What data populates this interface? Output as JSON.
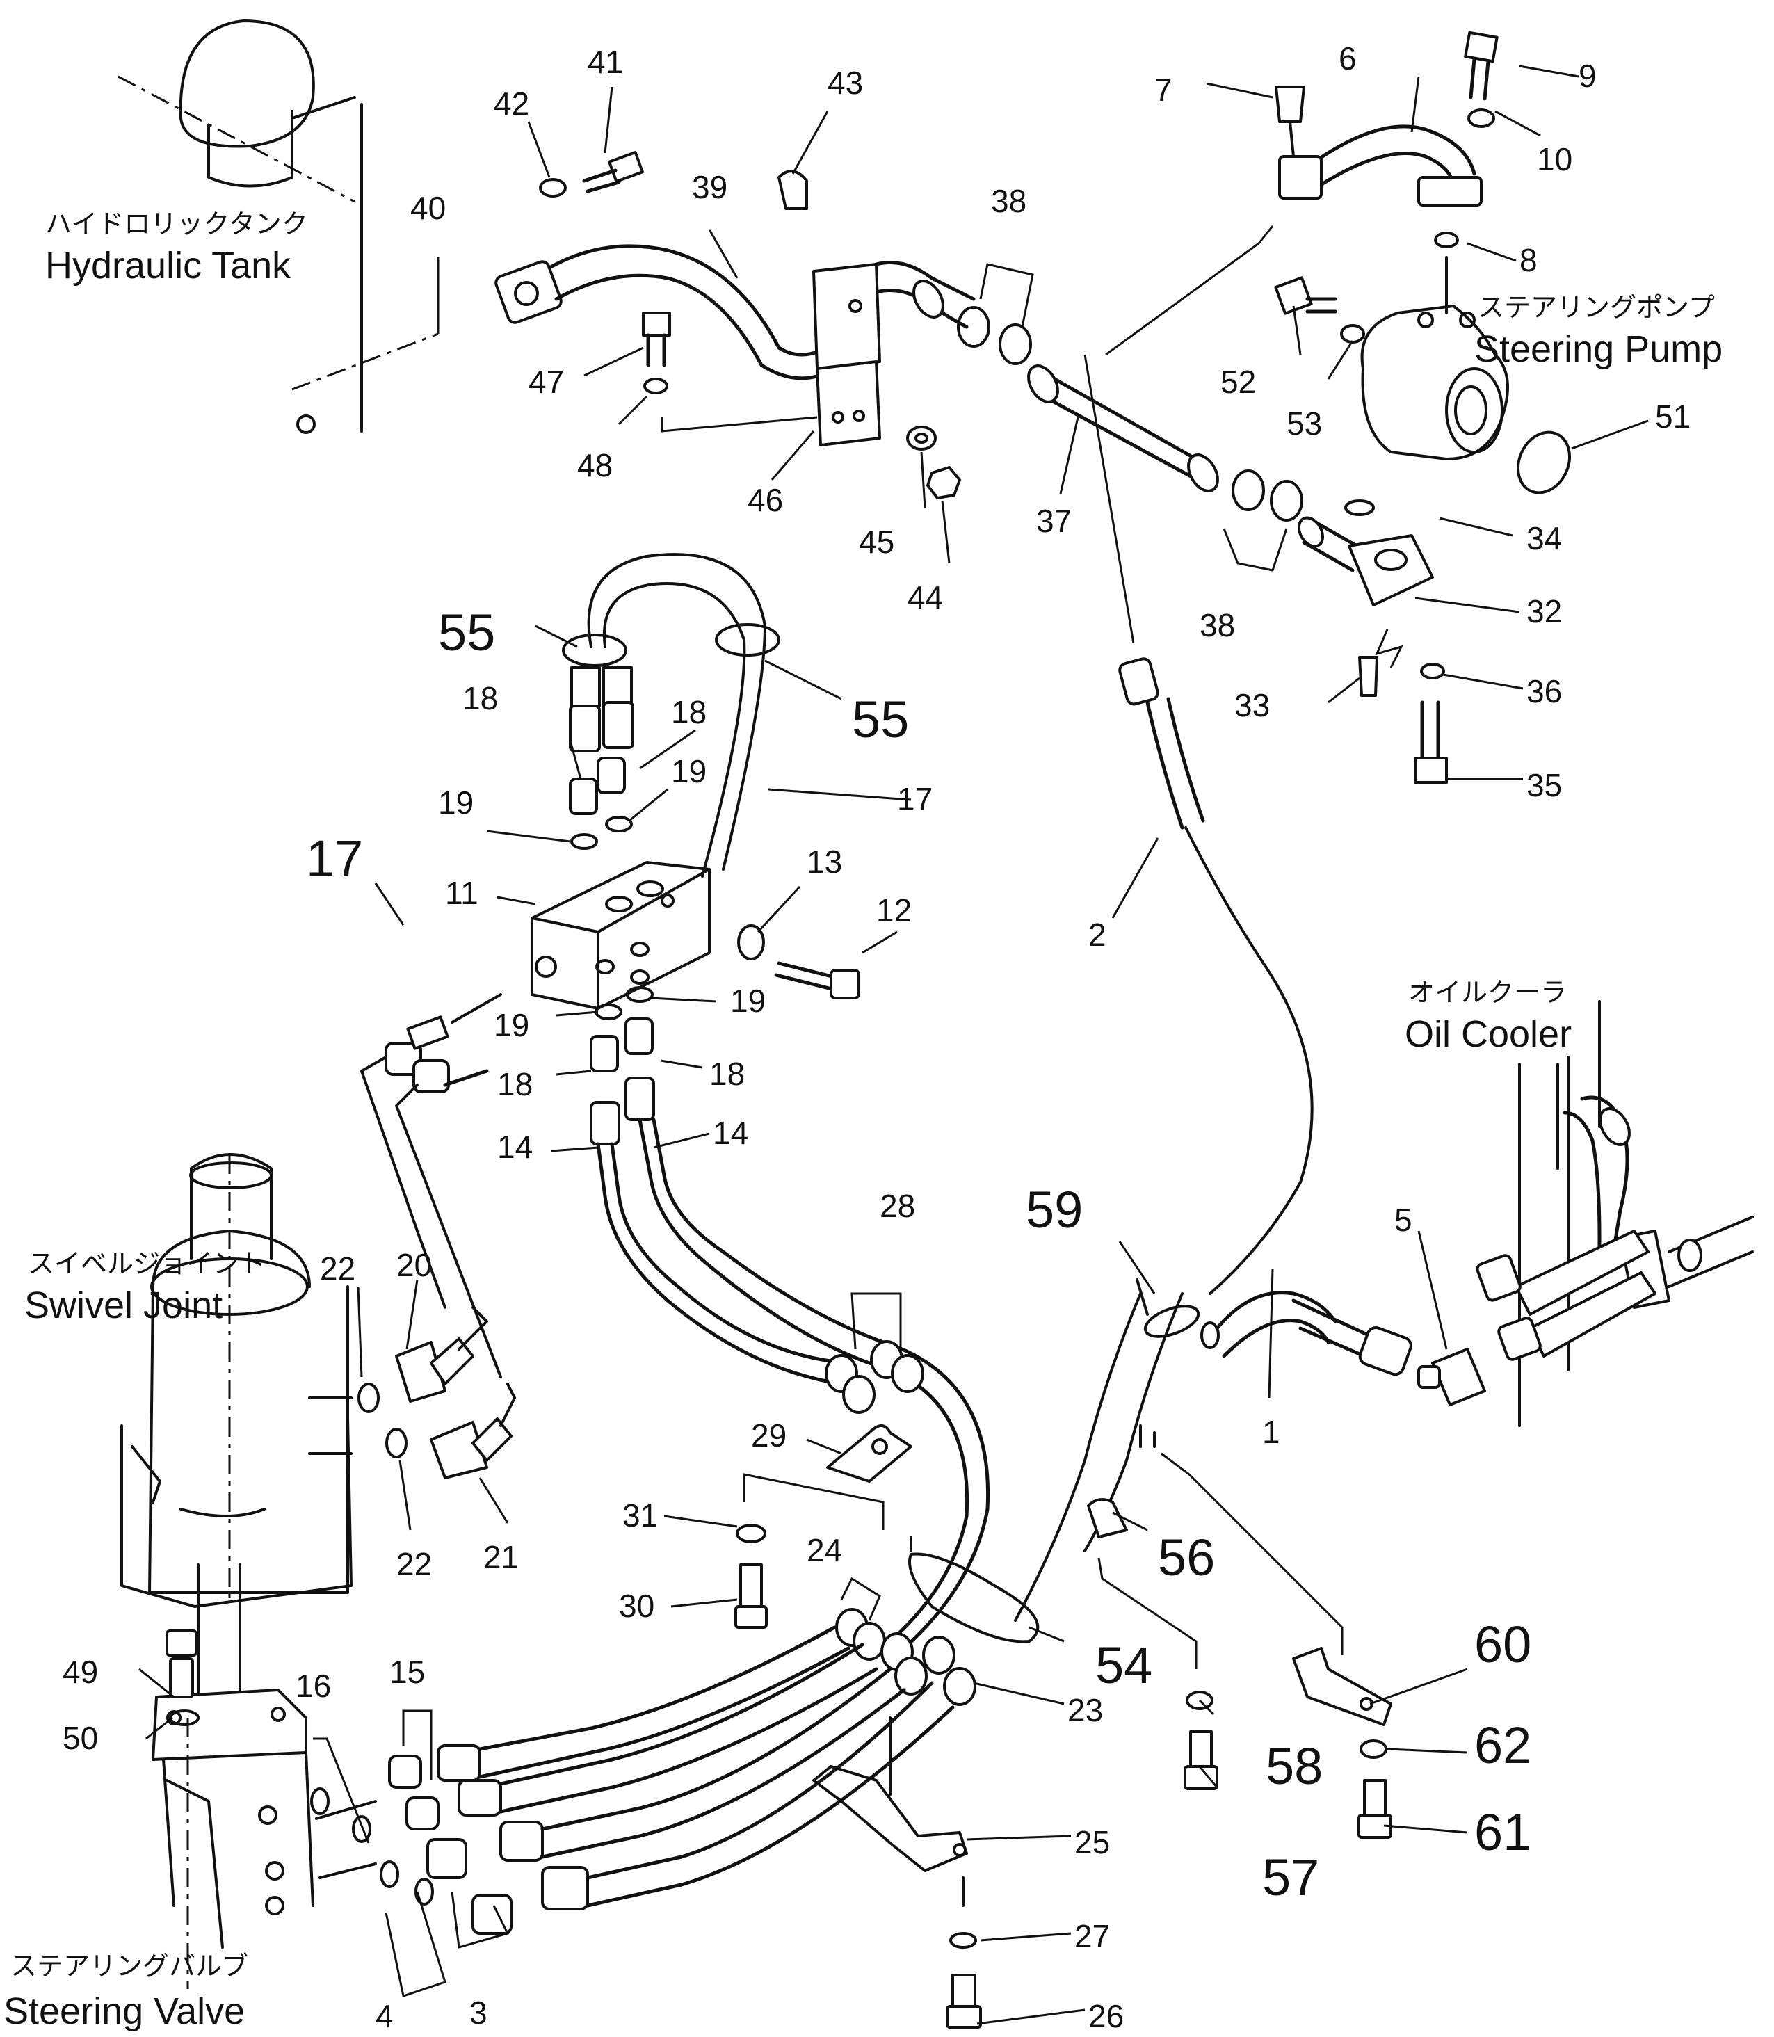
{
  "components": {
    "hydraulic_tank": {
      "jp": "ハイドロリックタンク",
      "en": "Hydraulic Tank"
    },
    "steering_pump": {
      "jp": "ステアリングポンプ",
      "en": "Steering Pump"
    },
    "oil_cooler": {
      "jp": "オイルクーラ",
      "en": "Oil Cooler"
    },
    "swivel_joint": {
      "jp": "スイベルジョイント",
      "en": "Swivel Joint"
    },
    "steering_valve": {
      "jp": "ステアリングバルブ",
      "en": "Steering Valve"
    }
  },
  "callouts": [
    "1",
    "2",
    "3",
    "4",
    "5",
    "6",
    "7",
    "8",
    "9",
    "10",
    "11",
    "12",
    "13",
    "14",
    "14",
    "15",
    "16",
    "17",
    "17",
    "18",
    "18",
    "18",
    "18",
    "19",
    "19",
    "19",
    "19",
    "20",
    "21",
    "22",
    "22",
    "23",
    "24",
    "25",
    "26",
    "27",
    "28",
    "29",
    "30",
    "31",
    "32",
    "33",
    "34",
    "35",
    "36",
    "37",
    "38",
    "38",
    "39",
    "40",
    "41",
    "42",
    "43",
    "44",
    "45",
    "46",
    "47",
    "48",
    "49",
    "50",
    "51",
    "52",
    "53",
    "54",
    "55",
    "55",
    "56",
    "57",
    "58",
    "59",
    "60",
    "61",
    "62"
  ]
}
